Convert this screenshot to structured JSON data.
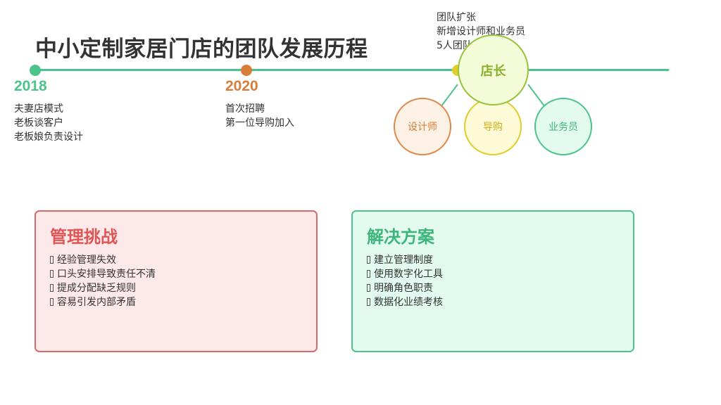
{
  "title": "中小定制家居门店的团队发展历程",
  "milestones": [
    {
      "year": "2018",
      "color": "#4cc38a",
      "lines": [
        "夫妻店模式",
        "老板谈客户",
        "老板娘负责设计"
      ]
    },
    {
      "year": "2020",
      "color": "#d77d3a",
      "lines": [
        "首次招聘",
        "第一位导购加入"
      ]
    },
    {
      "year": "",
      "color": "#e0cc2a",
      "lines": [
        "团队扩张",
        "新增设计师和业务员",
        "5人团队"
      ]
    }
  ],
  "roles": {
    "manager": "店长",
    "designer": "设计师",
    "guide": "导购",
    "sales": "业务员"
  },
  "challenges": {
    "title": "管理挑战",
    "items": [
      "经验管理失效",
      "口头安排导致责任不清",
      "提成分配缺乏规则",
      "容易引发内部矛盾"
    ]
  },
  "solutions": {
    "title": "解决方案",
    "items": [
      "建立管理制度",
      "使用数字化工具",
      "明确角色职责",
      "数据化业绩考核"
    ]
  },
  "colors": {
    "timeline": "#4cc38a",
    "challenge": "#e05555",
    "solution": "#3db57d"
  }
}
